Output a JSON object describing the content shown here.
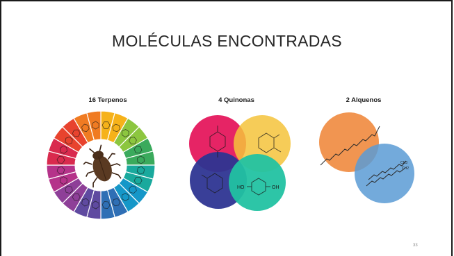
{
  "slide": {
    "title": "MOLÉCULAS ENCONTRADAS",
    "page_number": "33"
  },
  "groups": [
    {
      "label": "16 Terpenos"
    },
    {
      "label": "4 Quinonas"
    },
    {
      "label": "2 Alquenos"
    }
  ],
  "diagram": {
    "terpene_wheel_colors": [
      "#f6b21a",
      "#8cc63f",
      "#3aaa5c",
      "#19a99d",
      "#1597c8",
      "#2f6fb5",
      "#5f4aa0",
      "#8e3f98",
      "#b5338a",
      "#d92a4e",
      "#e8432e",
      "#f07b22"
    ],
    "quinone_colors": [
      "#e5185d",
      "#f5c33b",
      "#2e3592",
      "#22c2a2"
    ],
    "quinone_text": {
      "left": "HO",
      "right": "OH"
    },
    "alkene_colors": [
      "#f08a3e",
      "#5b9bd5"
    ],
    "alkene_text": {
      "a": "CH3",
      "b": "CH2"
    }
  }
}
